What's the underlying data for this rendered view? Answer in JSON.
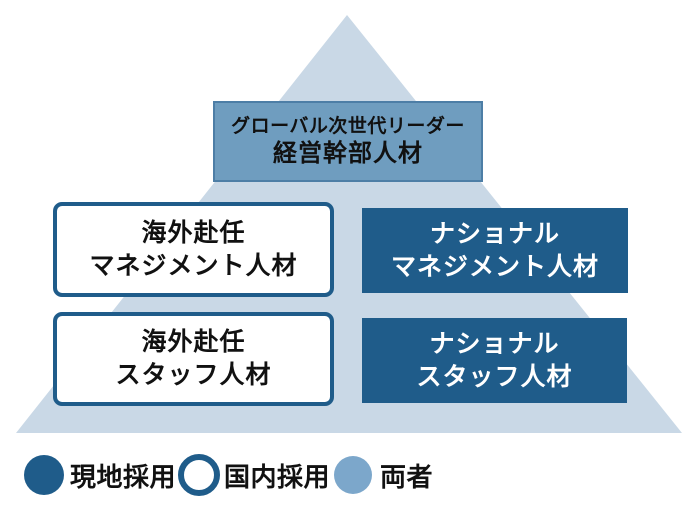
{
  "colors": {
    "dark_blue": "#1F5C8A",
    "steel_blue": "#6F9DBF",
    "steel_blue_border": "#4D7EA6",
    "light_blue": "#C9D8E6",
    "legend_light": "#7CA7CB",
    "text_dark": "#111111"
  },
  "diagram": {
    "top_box": {
      "line1": "グローバル次世代リーダー",
      "line2": "経営幹部人材"
    },
    "boxes": [
      {
        "line1": "海外赴任",
        "line2": "マネジメント人材",
        "style": "outline"
      },
      {
        "line1": "ナショナル",
        "line2": "マネジメント人材",
        "style": "filled"
      },
      {
        "line1": "海外赴任",
        "line2": "スタッフ人材",
        "style": "outline"
      },
      {
        "line1": "ナショナル",
        "line2": "スタッフ人材",
        "style": "filled"
      }
    ],
    "legend": [
      {
        "swatch": "filled-dark-circle",
        "label": "現地採用"
      },
      {
        "swatch": "outline-circle",
        "label": "国内採用"
      },
      {
        "swatch": "filled-light-circle",
        "label": "両者"
      }
    ]
  }
}
